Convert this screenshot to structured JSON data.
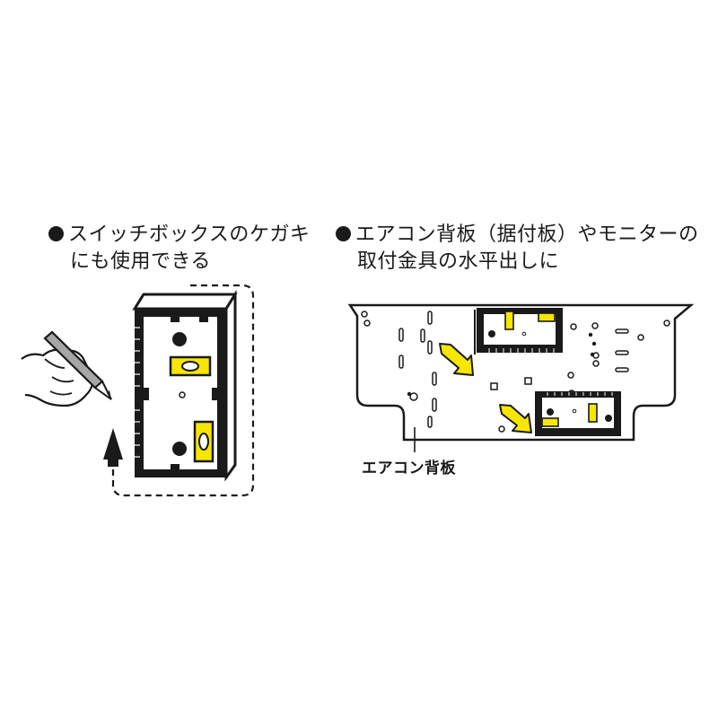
{
  "captions": {
    "left": {
      "line1": "スイッチボックスのケガキ",
      "line2": "にも使用できる"
    },
    "right": {
      "line1": "エアコン背板（据付板）やモニターの",
      "line2": "取付金具の水平出しに"
    }
  },
  "labels": {
    "aircon_backplate": "エアコン背板"
  },
  "colors": {
    "ink": "#1a1a1a",
    "level_yellow": "#f7e600",
    "background": "#ffffff"
  },
  "icons": [
    "pencil-icon",
    "hand-icon",
    "arrow-up-icon",
    "arrow-pointer-icon"
  ]
}
